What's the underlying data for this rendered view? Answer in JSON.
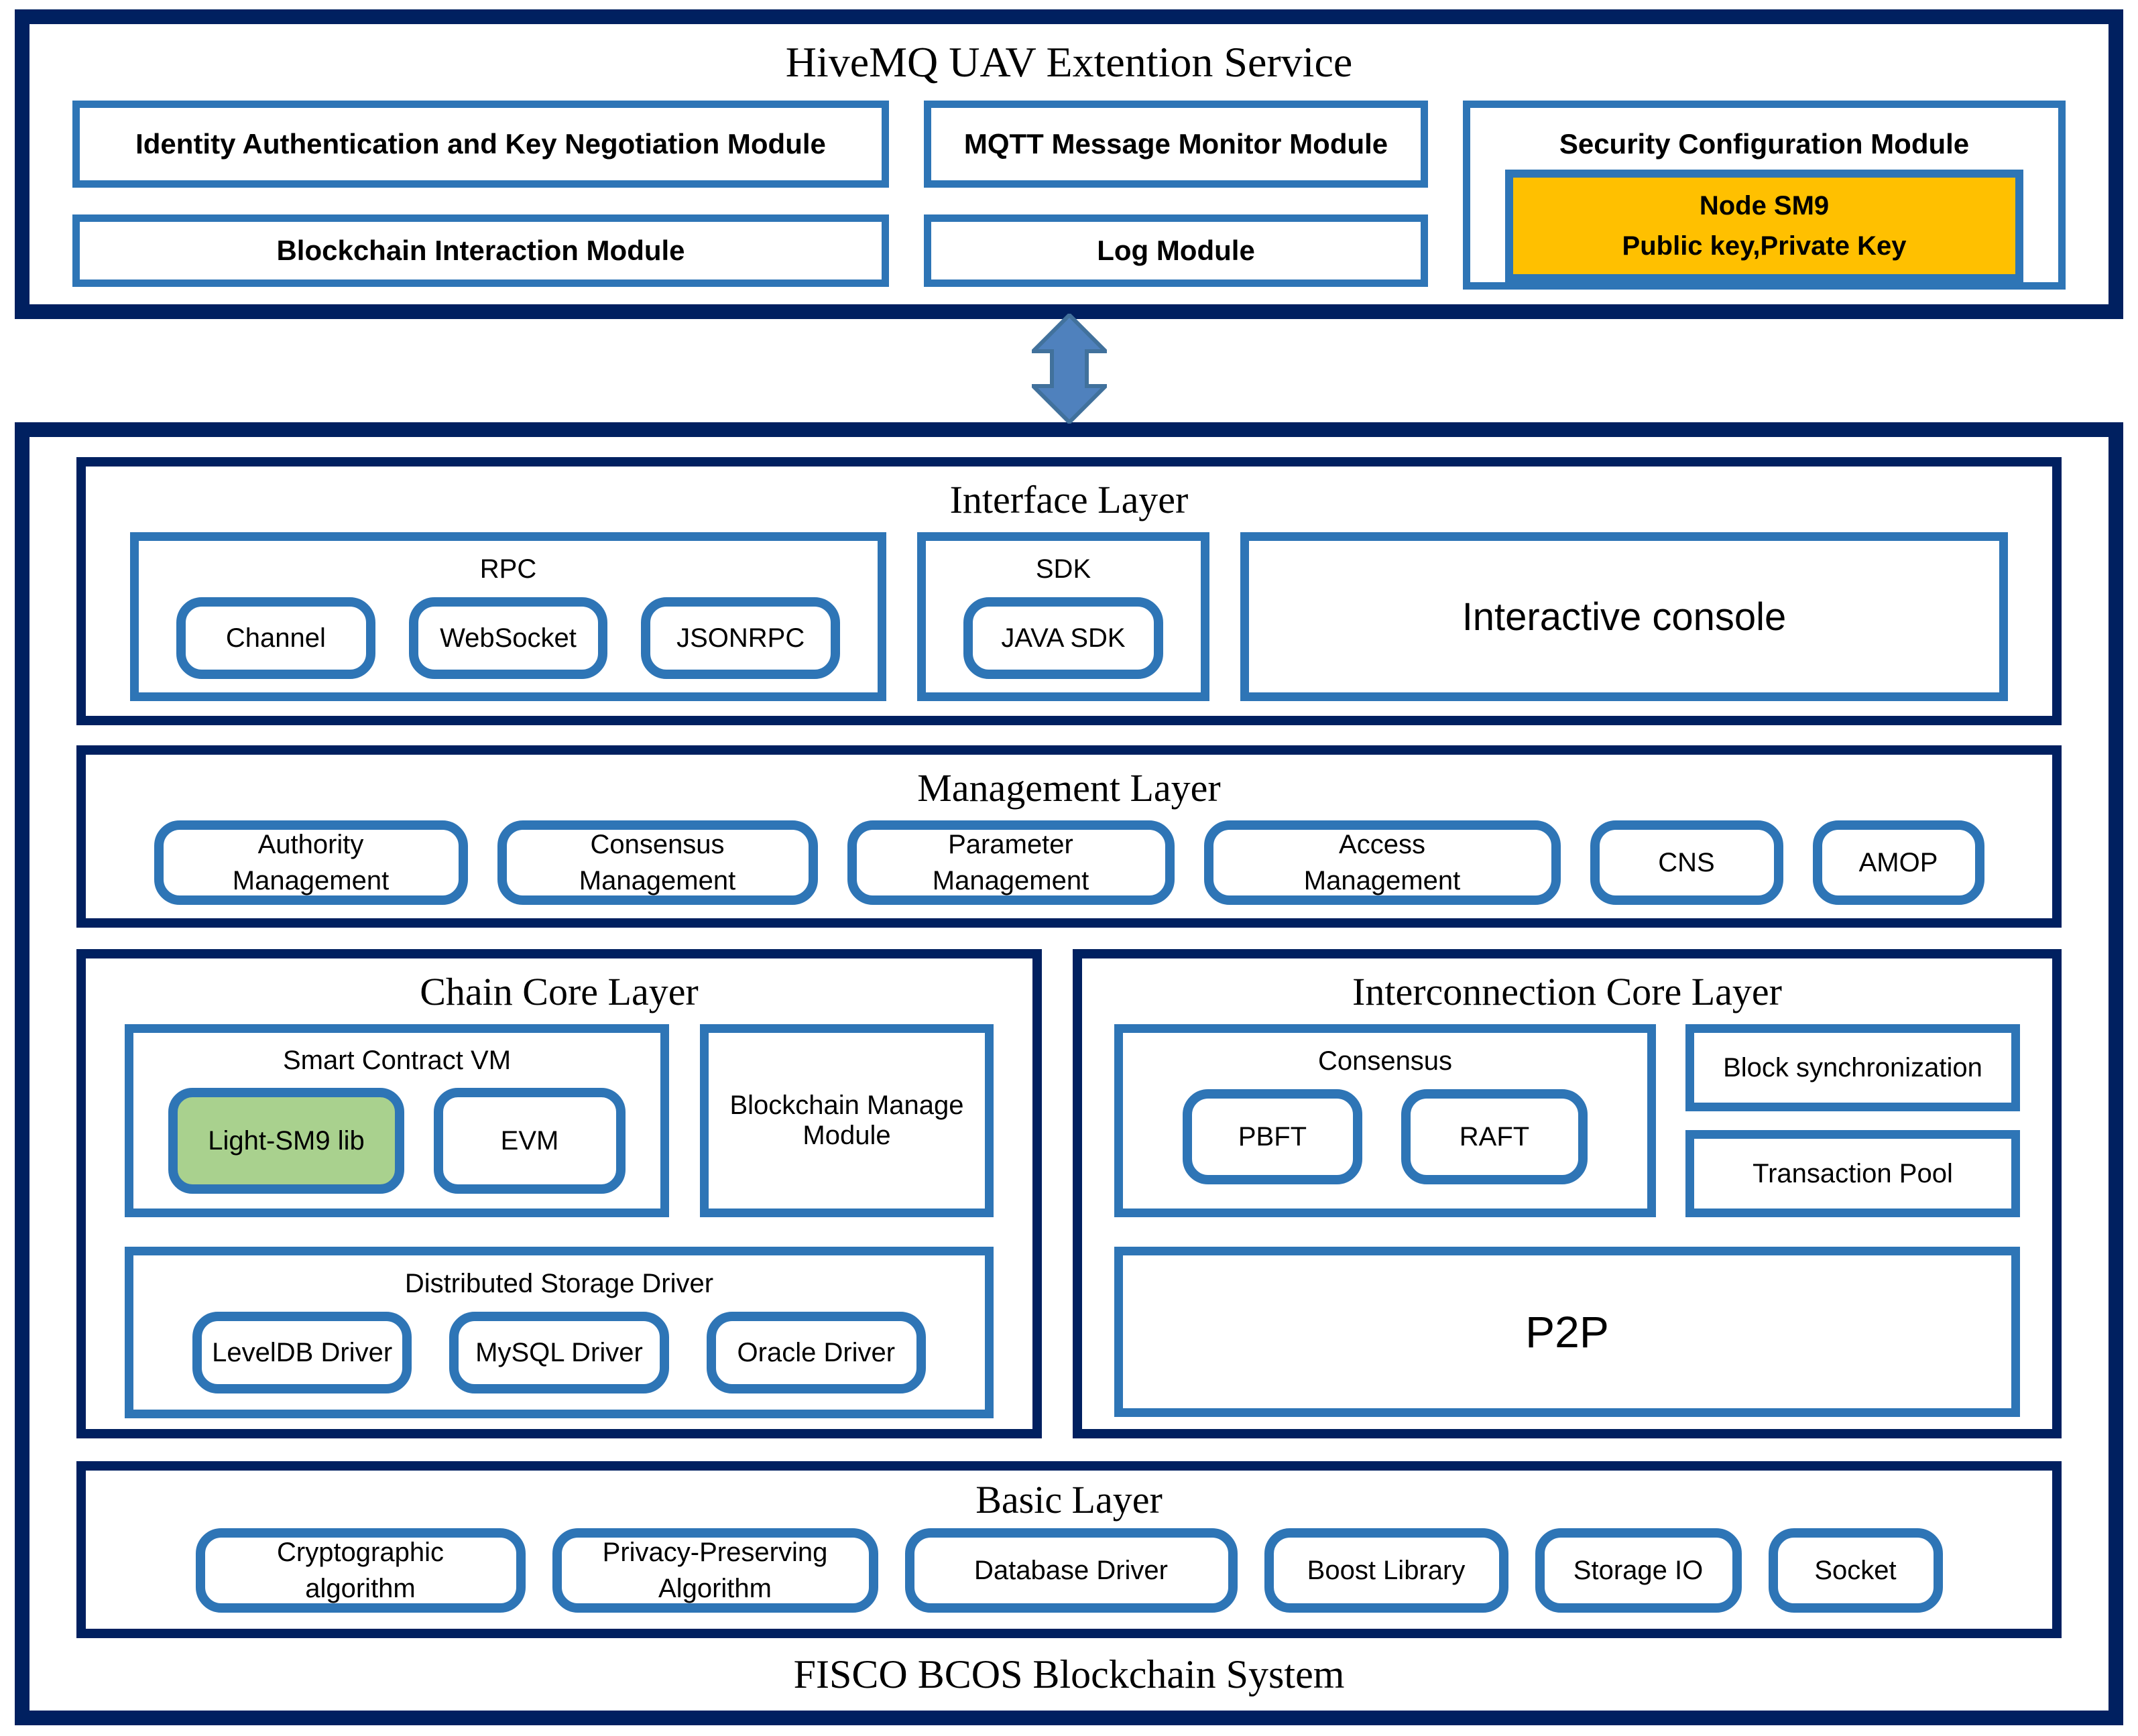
{
  "colors": {
    "navy": "#002060",
    "blue": "#2E75B6",
    "yellow": "#FFC000",
    "green": "#A9D18E",
    "arrow-fill": "#4F81BD",
    "arrow-stroke": "#41719C"
  },
  "hivemq": {
    "title": "HiveMQ UAV Extention Service",
    "identity_module": "Identity Authentication and Key Negotiation Module",
    "blockchain_module": "Blockchain Interaction Module",
    "mqtt_module": "MQTT Message Monitor Module",
    "log_module": "Log Module",
    "security_module": "Security Configuration Module",
    "node_sm9": "Node SM9",
    "node_keys": "Public key,Private Key"
  },
  "fisco": {
    "caption": "FISCO BCOS Blockchain System",
    "interface": {
      "title": "Interface Layer",
      "rpc_title": "RPC",
      "rpc_items": [
        "Channel",
        "WebSocket",
        "JSONRPC"
      ],
      "sdk_title": "SDK",
      "sdk_item": "JAVA SDK",
      "console": "Interactive console"
    },
    "management": {
      "title": "Management Layer",
      "items": [
        "Authority Management",
        "Consensus Management",
        "Parameter Management",
        "Access Management",
        "CNS",
        "AMOP"
      ]
    },
    "chain_core": {
      "title": "Chain Core Layer",
      "vm_title": "Smart Contract VM",
      "vm_items": [
        "Light-SM9 lib",
        "EVM"
      ],
      "manage_module": "Blockchain Manage Module",
      "storage_title": "Distributed Storage Driver",
      "storage_items": [
        "LevelDB Driver",
        "MySQL Driver",
        "Oracle Driver"
      ]
    },
    "interconnection": {
      "title": "Interconnection Core Layer",
      "consensus_title": "Consensus",
      "consensus_items": [
        "PBFT",
        "RAFT"
      ],
      "block_sync": "Block synchronization",
      "tx_pool": "Transaction Pool",
      "p2p": "P2P"
    },
    "basic": {
      "title": "Basic Layer",
      "items": [
        "Cryptographic algorithm",
        "Privacy-Preserving Algorithm",
        "Database Driver",
        "Boost Library",
        "Storage IO",
        "Socket"
      ]
    }
  }
}
